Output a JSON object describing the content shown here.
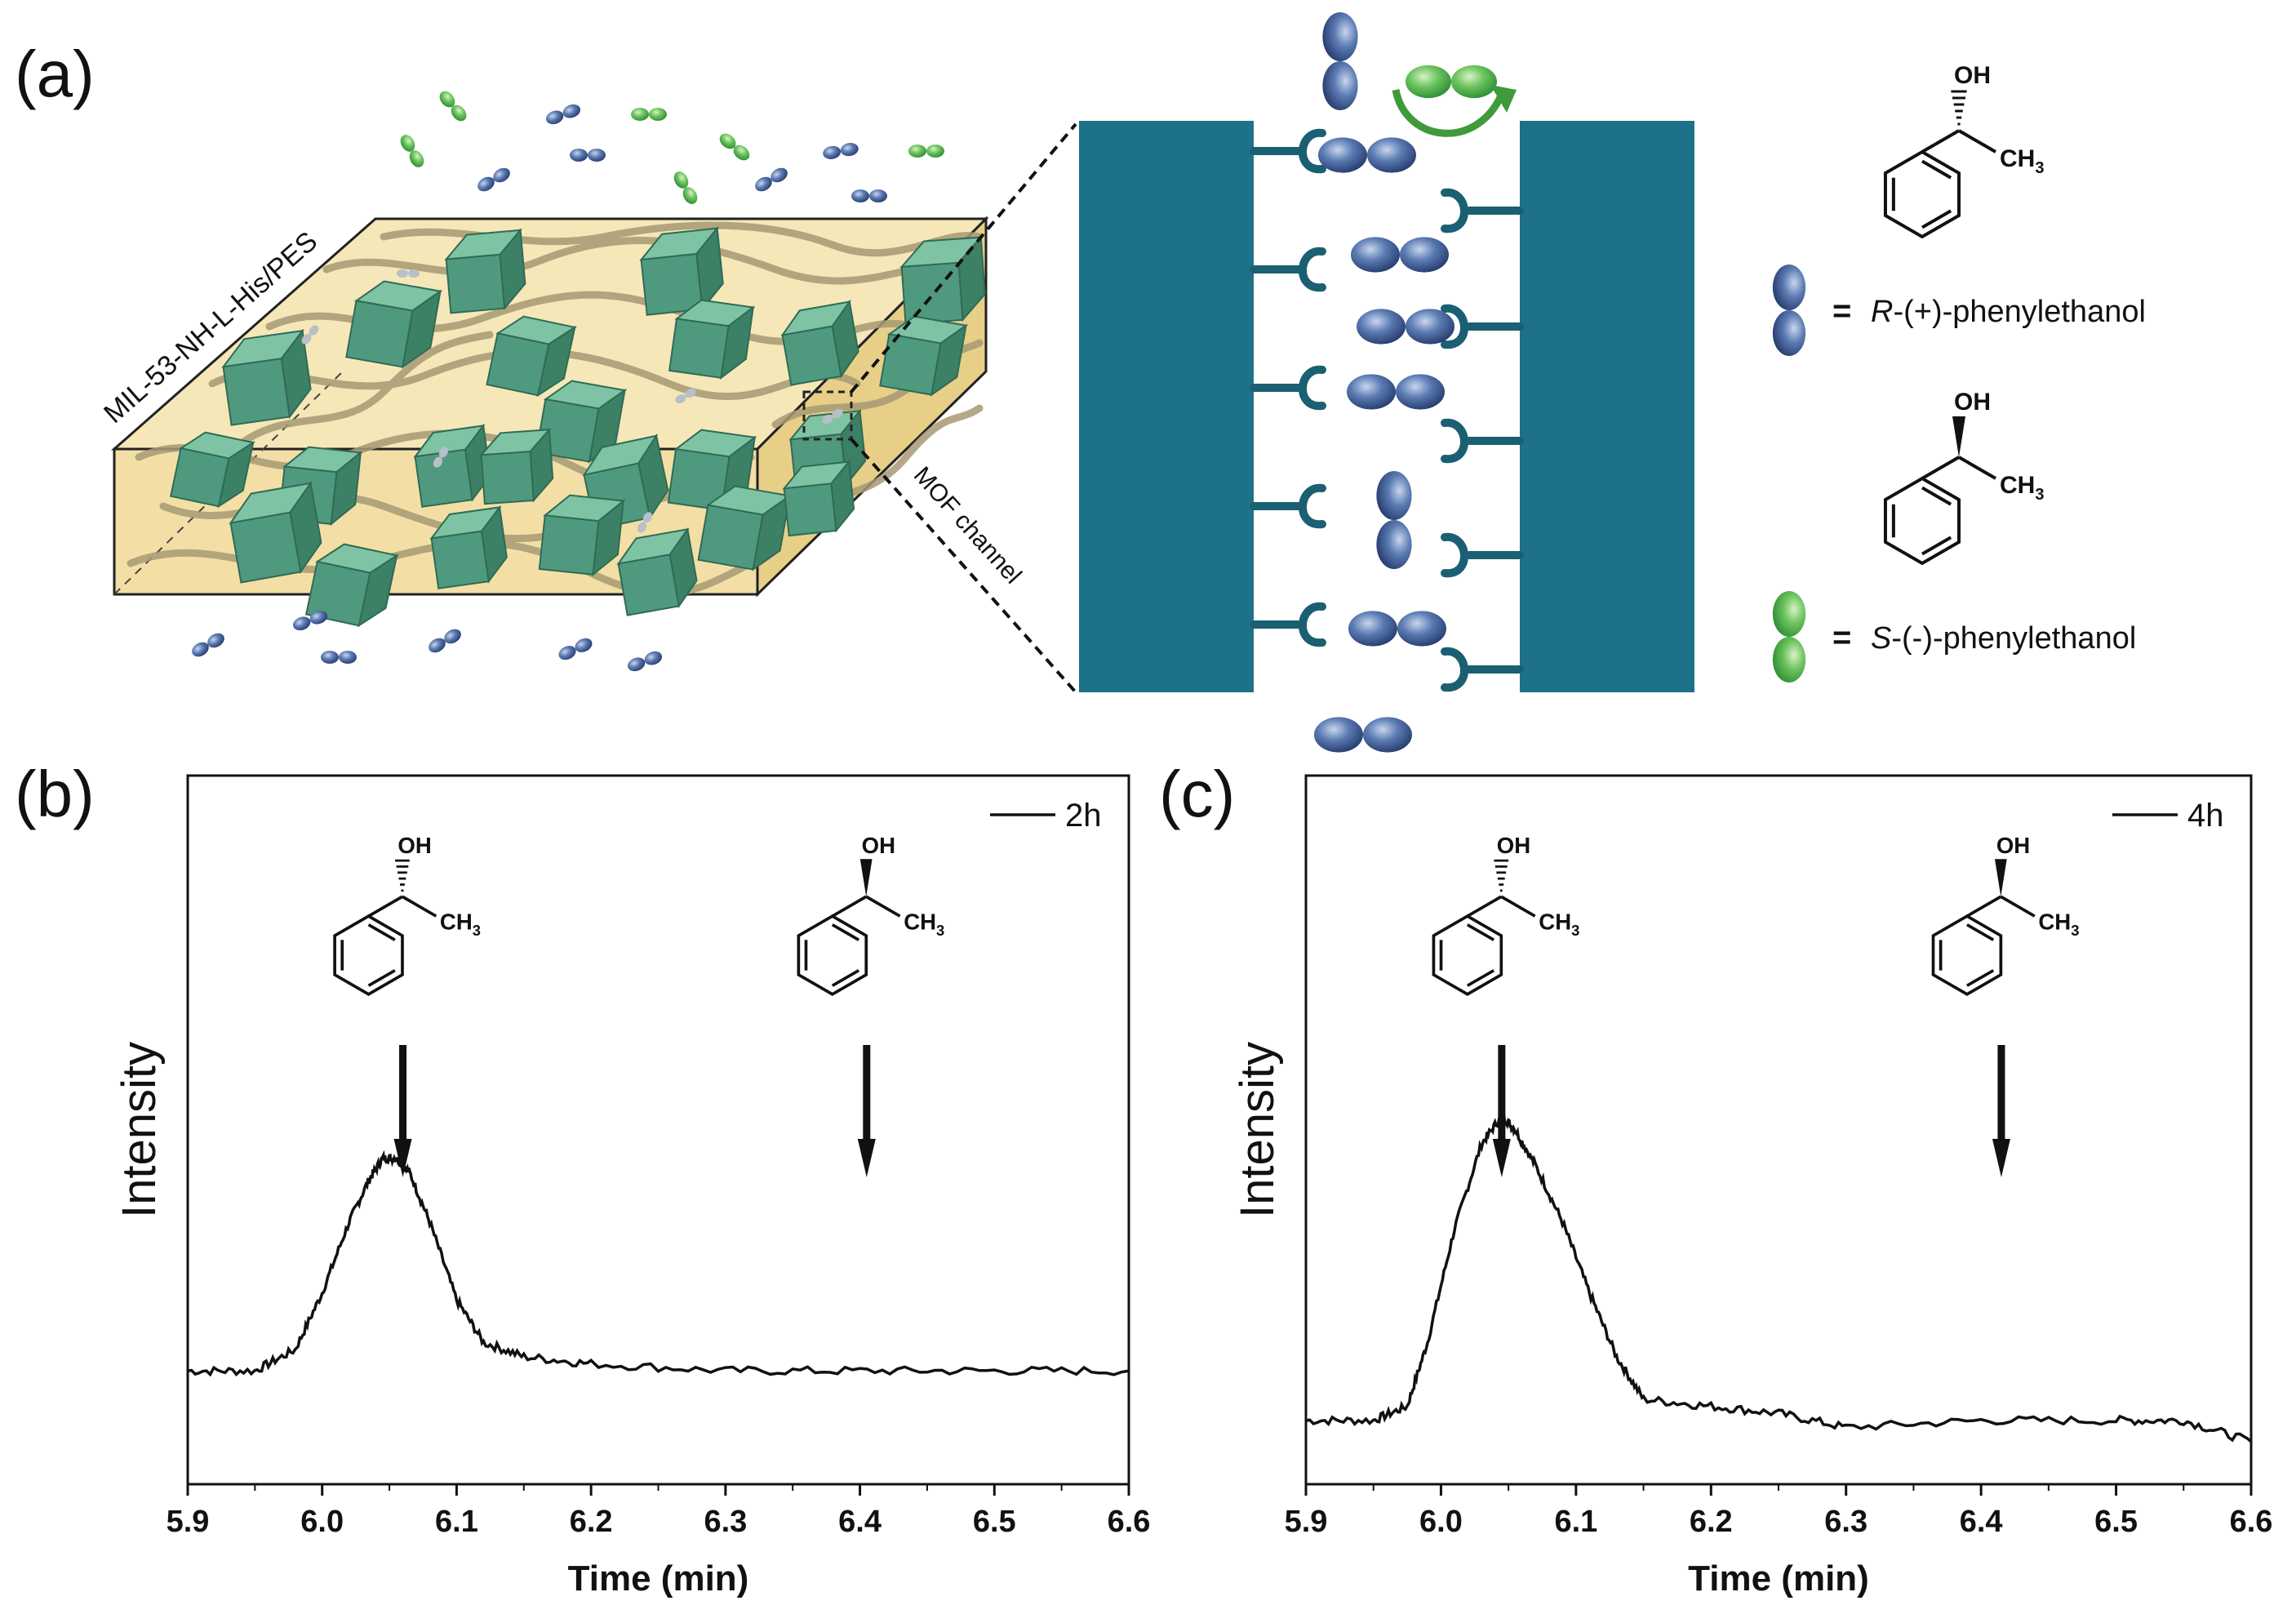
{
  "panels": {
    "a": "(a)",
    "b": "(b)",
    "c": "(c)"
  },
  "schematic": {
    "membrane_label": "MIL-53-NH-L-His/PES",
    "channel_label": "MOF channel",
    "legend": [
      {
        "equals": "=",
        "prefix": "R",
        "suffix": "-(+)-phenylethanol",
        "color": "#3f5f95"
      },
      {
        "equals": "=",
        "prefix": "S",
        "suffix": "-(-)-phenylethanol",
        "color": "#5cb85c"
      }
    ]
  },
  "chemistry": {
    "oh": "OH",
    "ch": "CH",
    "sub3": "3"
  },
  "colors": {
    "membrane": "#f3dfa6",
    "mof_crystal": "#4f9a7f",
    "wall": "#1d7289",
    "r_enantiomer": "#3f5f95",
    "s_enantiomer": "#5cb85c"
  },
  "chart_data": [
    {
      "type": "line",
      "panel": "(b)",
      "series": [
        {
          "name": "2h",
          "x": [
            5.9,
            5.95,
            5.98,
            6.0,
            6.02,
            6.035,
            6.045,
            6.055,
            6.065,
            6.08,
            6.1,
            6.12,
            6.15,
            6.2,
            6.3,
            6.4,
            6.5,
            6.6
          ],
          "y": [
            0.16,
            0.16,
            0.19,
            0.27,
            0.37,
            0.43,
            0.46,
            0.46,
            0.44,
            0.37,
            0.26,
            0.2,
            0.18,
            0.17,
            0.16,
            0.16,
            0.16,
            0.16
          ]
        }
      ],
      "xlabel": "Time (min)",
      "ylabel": "Intensity",
      "xlim": [
        5.9,
        6.6
      ],
      "xticks": [
        "5.9",
        "6.0",
        "6.1",
        "6.2",
        "6.3",
        "6.4",
        "6.5",
        "6.6"
      ],
      "ylim": [
        0,
        1
      ],
      "arrows_x": [
        6.06,
        6.405
      ],
      "legend_position": "top-right"
    },
    {
      "type": "line",
      "panel": "(c)",
      "series": [
        {
          "name": "4h",
          "x": [
            5.9,
            5.95,
            5.975,
            5.99,
            6.01,
            6.03,
            6.045,
            6.055,
            6.07,
            6.09,
            6.11,
            6.13,
            6.15,
            6.2,
            6.25,
            6.3,
            6.4,
            6.5,
            6.55,
            6.6
          ],
          "y": [
            0.09,
            0.09,
            0.11,
            0.2,
            0.36,
            0.48,
            0.52,
            0.5,
            0.45,
            0.37,
            0.27,
            0.18,
            0.12,
            0.11,
            0.1,
            0.08,
            0.09,
            0.09,
            0.09,
            0.06
          ]
        }
      ],
      "xlabel": "Time (min)",
      "ylabel": "Intensity",
      "xlim": [
        5.9,
        6.6
      ],
      "xticks": [
        "5.9",
        "6.0",
        "6.1",
        "6.2",
        "6.3",
        "6.4",
        "6.5",
        "6.6"
      ],
      "ylim": [
        0,
        1
      ],
      "arrows_x": [
        6.045,
        6.415
      ],
      "legend_position": "top-right"
    }
  ]
}
